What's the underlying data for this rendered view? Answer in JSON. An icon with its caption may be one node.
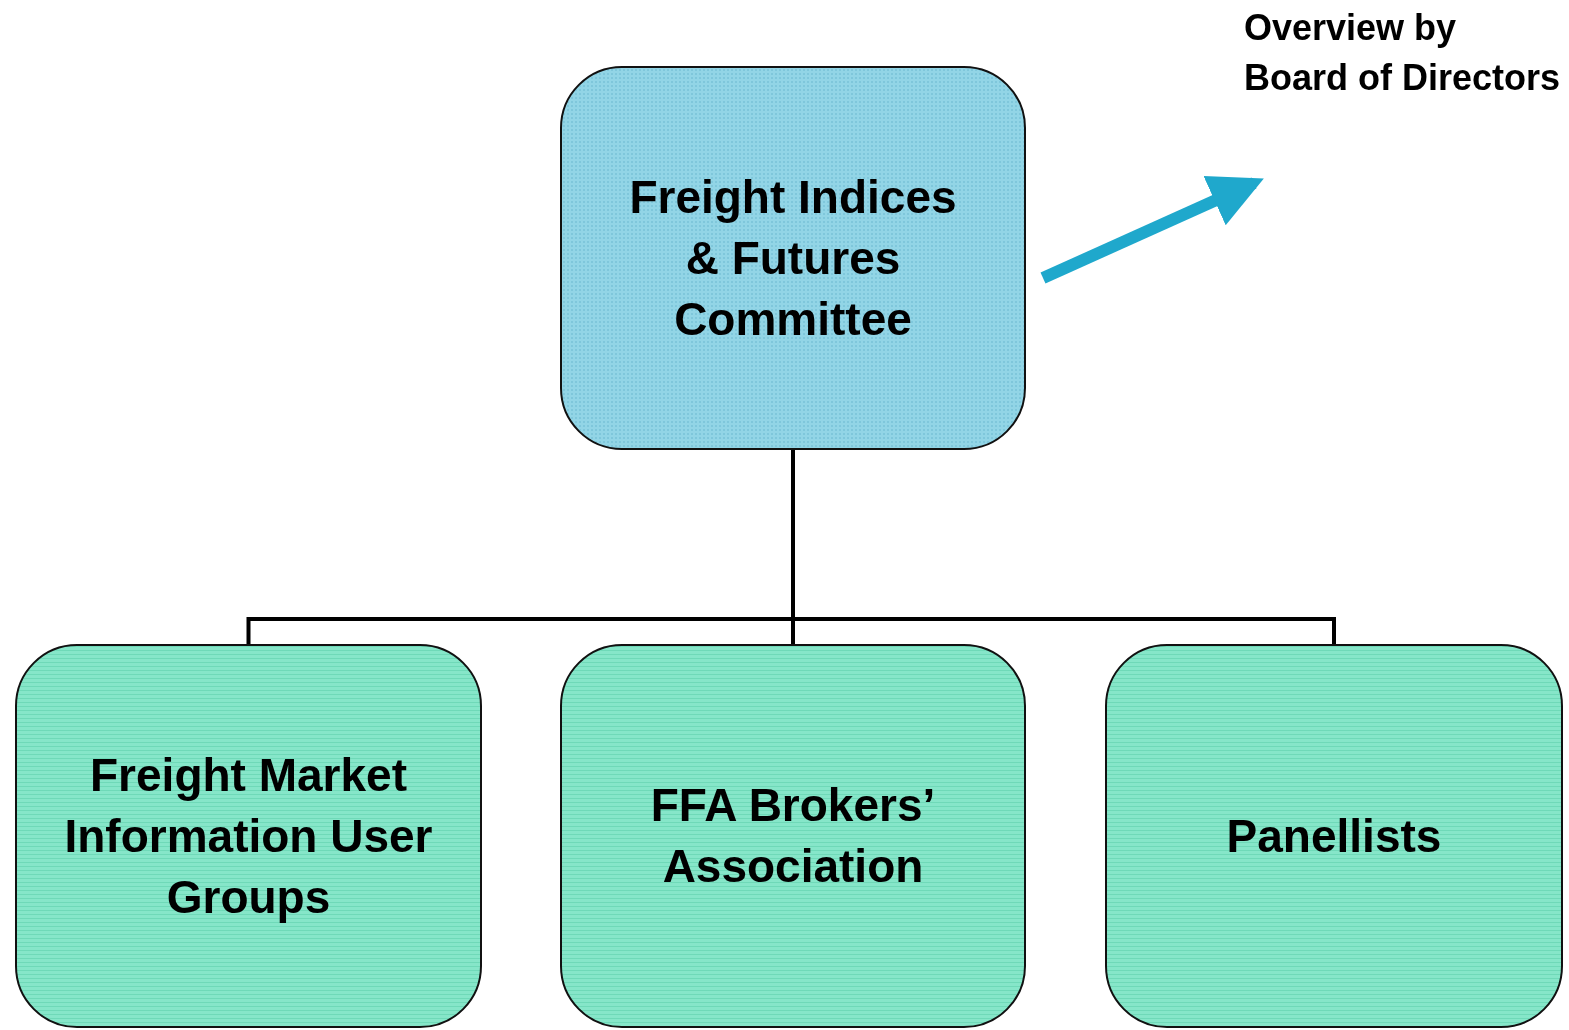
{
  "diagram": {
    "nodes": [
      {
        "text": [
          "Freight Indices & Futures Committee"
        ]
      },
      {
        "text": [
          "Overview by Board of Directors"
        ]
      },
      {
        "text": [
          "Freight Market Information User Groups"
        ]
      },
      {
        "text": [
          "FFA Brokers’ Association"
        ]
      },
      {
        "text": [
          "Panellists"
        ]
      }
    ],
    "edges": [
      {
        "from": 0,
        "to": 1,
        "arrow": "to",
        "style": "thick",
        "color": "#1fa8cc"
      },
      {
        "from": 0,
        "to": 2,
        "arrow": "none"
      },
      {
        "from": 0,
        "to": 3,
        "arrow": "none"
      },
      {
        "from": 0,
        "to": 4,
        "arrow": "none"
      }
    ]
  }
}
